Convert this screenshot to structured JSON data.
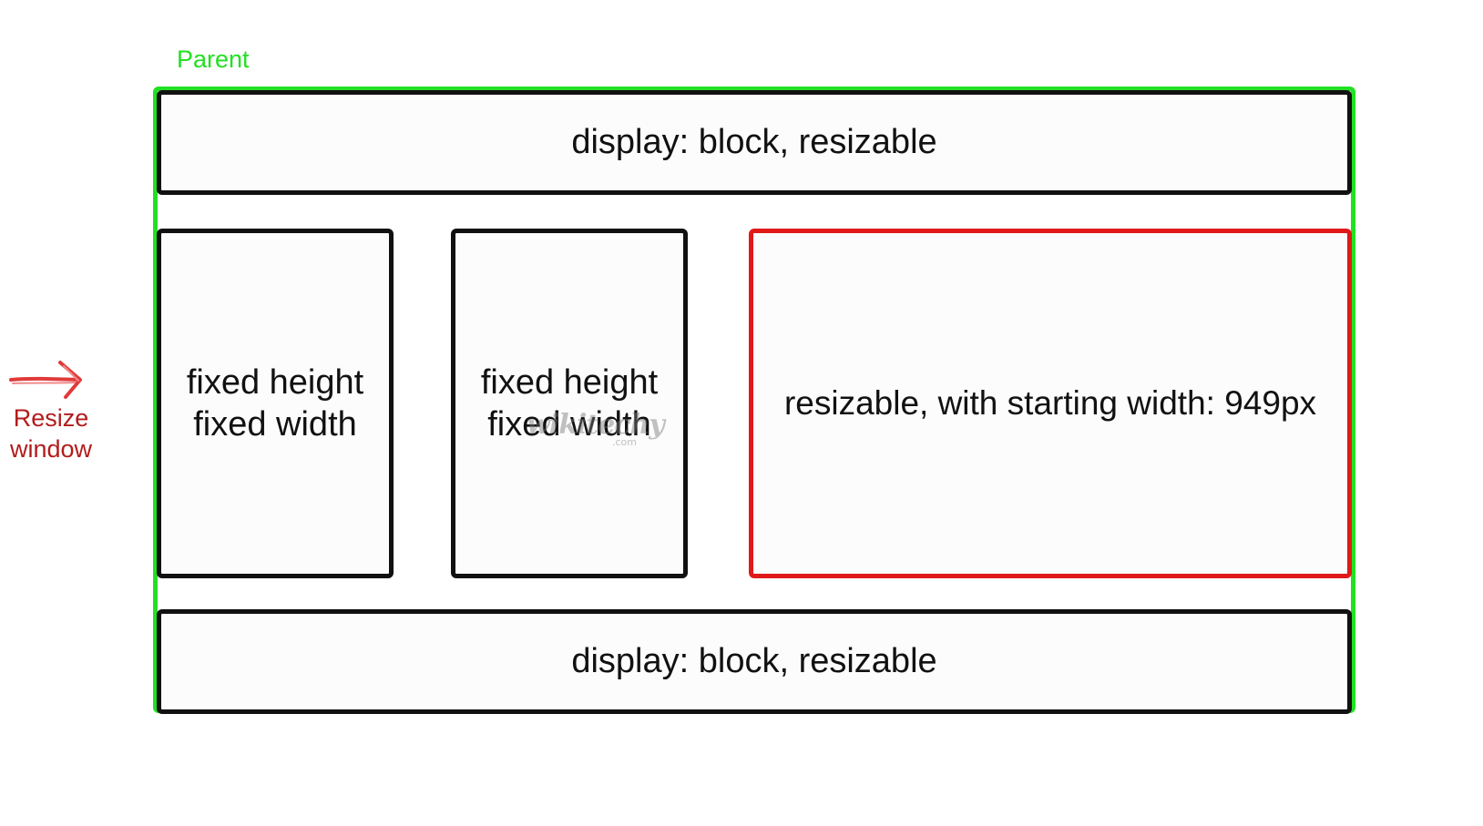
{
  "parent": {
    "label": "Parent"
  },
  "top_block": {
    "label": "display: block, resizable"
  },
  "fixed_boxes": [
    {
      "line1": "fixed height",
      "line2": "fixed width"
    },
    {
      "line1": "fixed height",
      "line2": "fixed width"
    }
  ],
  "resizable_box": {
    "label": "resizable, with starting width: 949px"
  },
  "bottom_block": {
    "label": "display: block, resizable"
  },
  "resize_hint": {
    "line1": "Resize",
    "line2": "window",
    "icon": "arrow-right-icon"
  },
  "watermark": {
    "text": "wikitechy",
    "sub": ".com"
  },
  "colors": {
    "parent_border": "#22e022",
    "box_border": "#111111",
    "resizable_border": "#e01919",
    "resize_text": "#b31b1b"
  }
}
